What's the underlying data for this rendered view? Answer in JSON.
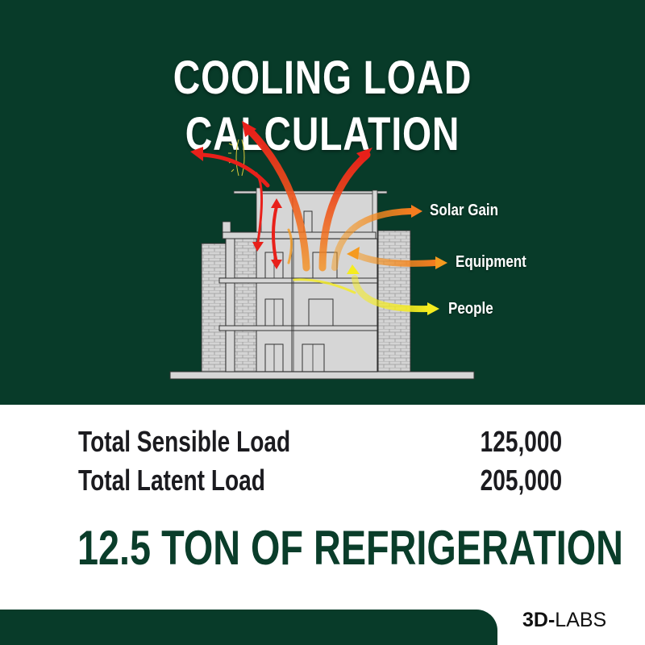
{
  "header": {
    "title": "COOLING LOAD CALCULATION"
  },
  "diagram": {
    "description": "Building cross-section with heat flow arrows",
    "labels": [
      {
        "text": "Solar Gain",
        "color": "#f57c1f"
      },
      {
        "text": "Equipment",
        "color": "#f59a1f"
      },
      {
        "text": "People",
        "color": "#f5e61f"
      }
    ],
    "colors": {
      "background": "#083b29",
      "building_fill": "#d6d6d6",
      "building_stroke": "#333333",
      "heat_red": "#e8201a",
      "heat_orange": "#f57c1f",
      "heat_yellow": "#f5ec1f"
    }
  },
  "loads": [
    {
      "label": "Total Sensible Load",
      "value": "125,000"
    },
    {
      "label": "Total Latent Load",
      "value": "205,000"
    }
  ],
  "result": {
    "text": "12.5 TON OF REFRIGERATION",
    "color": "#0a3d2a"
  },
  "brand": {
    "bold": "3D-",
    "light": "LABS"
  }
}
